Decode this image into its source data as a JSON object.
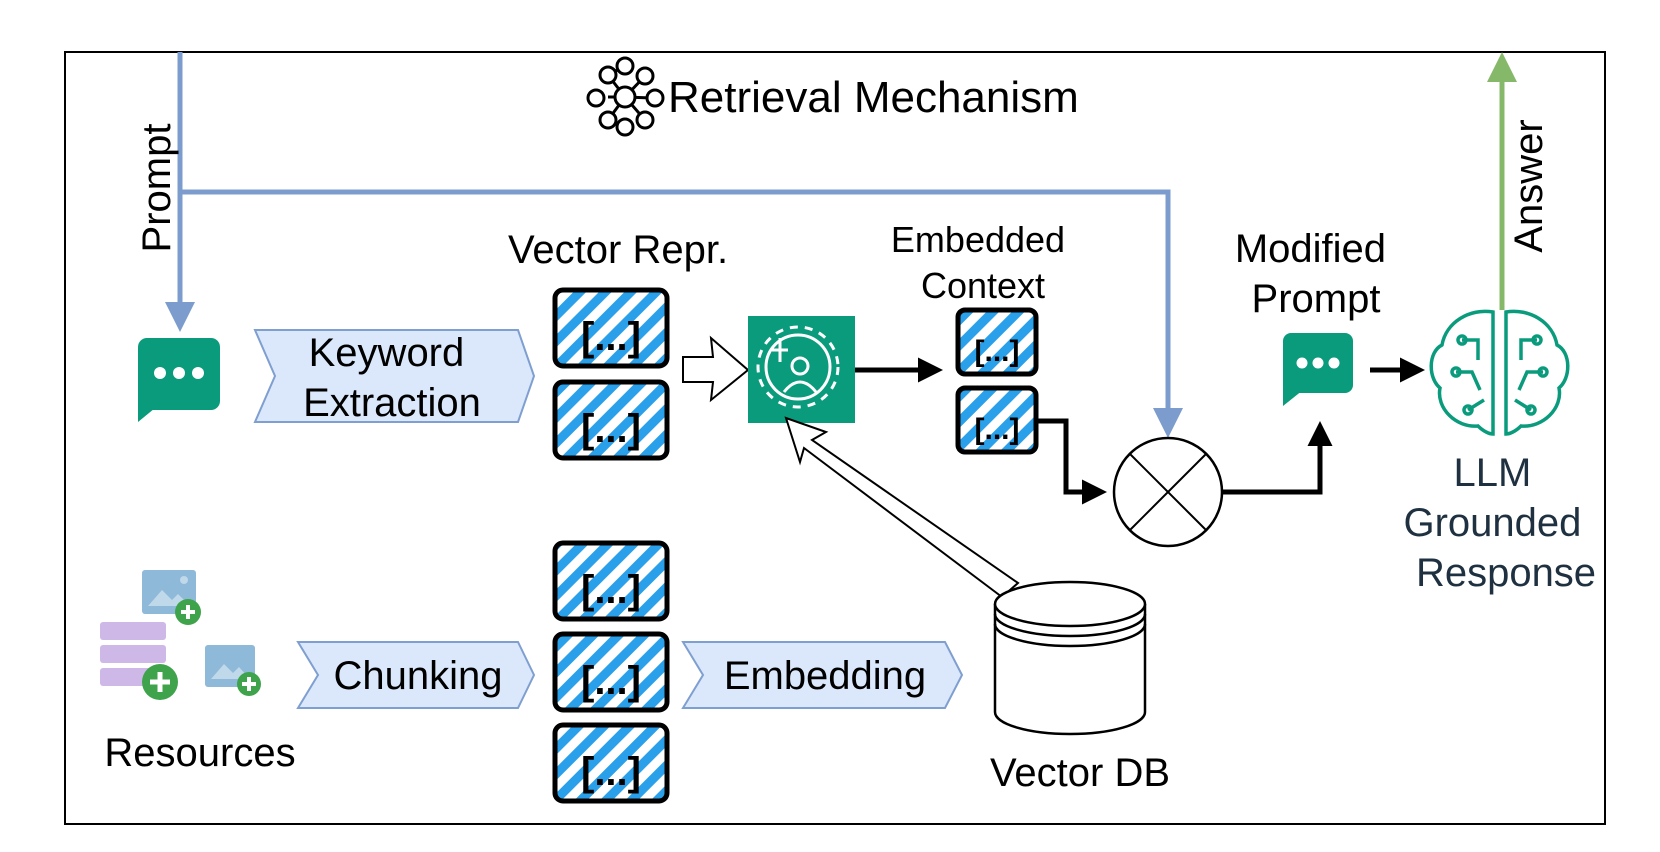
{
  "title": "Retrieval Mechanism",
  "edges": {
    "prompt": "Prompt",
    "answer": "Answer"
  },
  "nodes": {
    "keyword_extraction": [
      "Keyword",
      "Extraction"
    ],
    "vector_repr": "Vector Repr.",
    "embedded_context": [
      "Embedded",
      "Context"
    ],
    "modified_prompt": [
      "Modified",
      "Prompt"
    ],
    "llm": [
      "LLM",
      "Grounded",
      "Response"
    ],
    "resources": "Resources",
    "chunking": "Chunking",
    "embedding": "Embedding",
    "vector_db": "Vector DB"
  },
  "vector_glyph": "[...]",
  "colors": {
    "prompt_arrow": "#7b9ccc",
    "answer_arrow": "#86b86a",
    "aws_green": "#0a9b7d",
    "stripe_blue": "#2aa0ea",
    "step_fill": "#dbe8fb",
    "step_stroke": "#7f9fd0",
    "resource_purple": "#cdb8e8",
    "resource_image": "#8fb9d8",
    "plus_green": "#3ea34a"
  }
}
